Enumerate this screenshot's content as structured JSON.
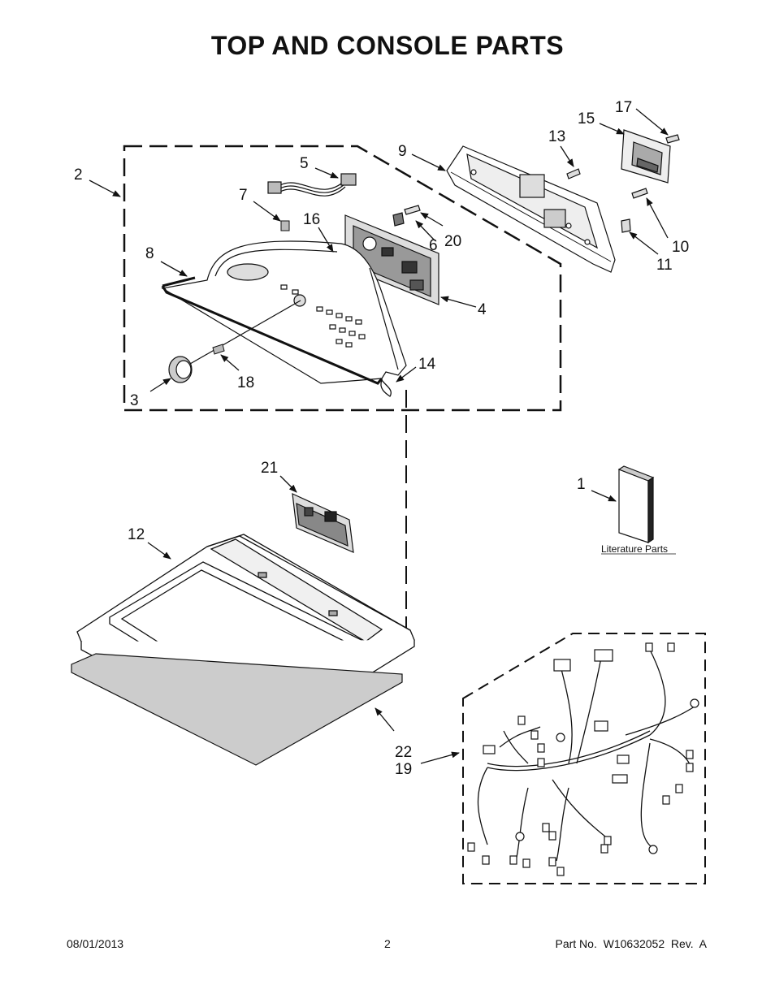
{
  "title": "TOP AND CONSOLE PARTS",
  "callouts": {
    "c1": "1",
    "c2": "2",
    "c3": "3",
    "c4": "4",
    "c5": "5",
    "c6": "6",
    "c7": "7",
    "c8": "8",
    "c9": "9",
    "c10": "10",
    "c11": "11",
    "c12": "12",
    "c13": "13",
    "c14": "14",
    "c15": "15",
    "c16": "16",
    "c17": "17",
    "c18": "18",
    "c19": "19",
    "c20": "20",
    "c21": "21",
    "c22": "22"
  },
  "literature_label": "Literature Parts",
  "footer": {
    "date": "08/01/2013",
    "page": "2",
    "part": "Part No.  W10632052  Rev.  A"
  }
}
